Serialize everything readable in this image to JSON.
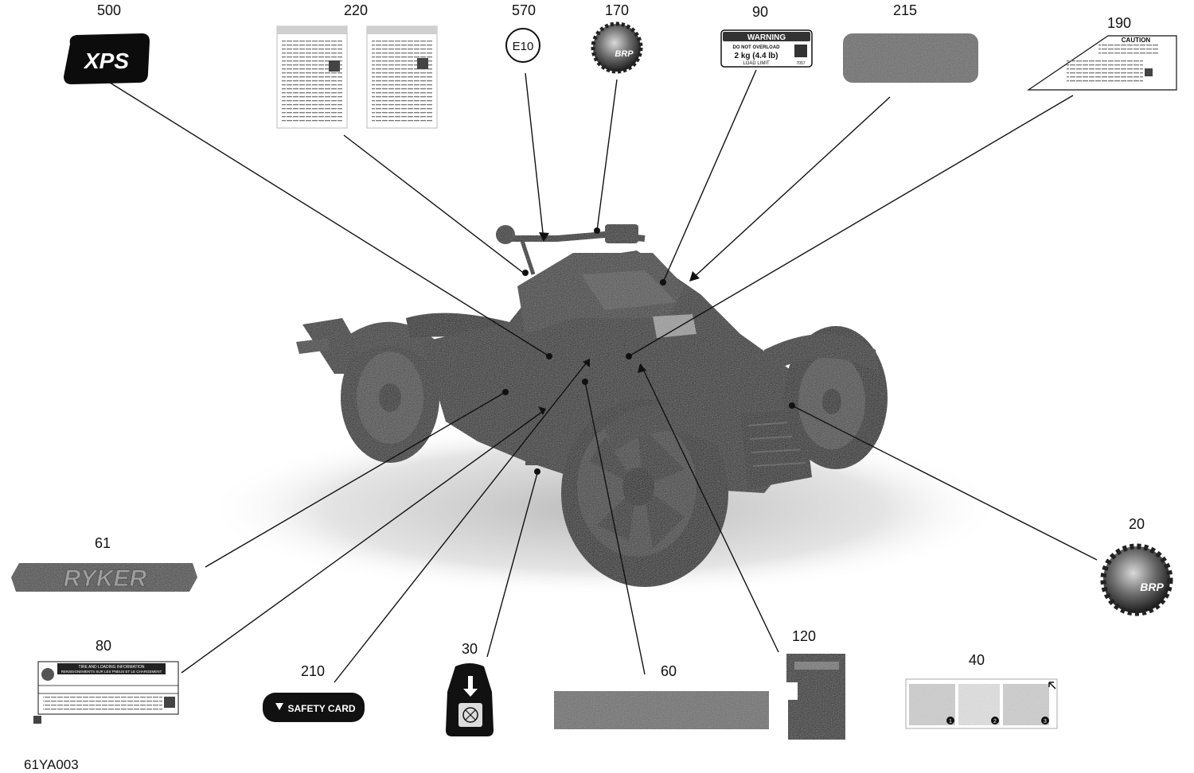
{
  "diagram_ref": "61YA003",
  "callouts": [
    {
      "id": "500",
      "label": "500"
    },
    {
      "id": "220",
      "label": "220"
    },
    {
      "id": "570",
      "label": "570"
    },
    {
      "id": "170",
      "label": "170"
    },
    {
      "id": "90",
      "label": "90"
    },
    {
      "id": "215",
      "label": "215"
    },
    {
      "id": "190",
      "label": "190"
    },
    {
      "id": "20",
      "label": "20"
    },
    {
      "id": "61",
      "label": "61"
    },
    {
      "id": "80",
      "label": "80"
    },
    {
      "id": "210",
      "label": "210"
    },
    {
      "id": "30",
      "label": "30"
    },
    {
      "id": "60",
      "label": "60"
    },
    {
      "id": "120",
      "label": "120"
    },
    {
      "id": "40",
      "label": "40"
    }
  ],
  "decals": {
    "xps": "XPS",
    "e10": "E10",
    "brp": "BRP",
    "warning_title": "WARNING",
    "warning_line1": "DO NOT OVERLOAD",
    "warning_line2": "2 kg (4.4 lb)",
    "warning_line3": "LOAD LIMIT",
    "warning_code": "7057",
    "caution_title": "CAUTION",
    "ryker": "RYKER",
    "safety_card": "SAFETY CARD",
    "tire_title": "TIRE AND LOADING INFORMATION",
    "tire_title_fr": "RENSEIGNEMENTS SUR LES PNEUS ET LE CHARGEMENT",
    "step1": "1",
    "step2": "2",
    "step3": "3"
  }
}
